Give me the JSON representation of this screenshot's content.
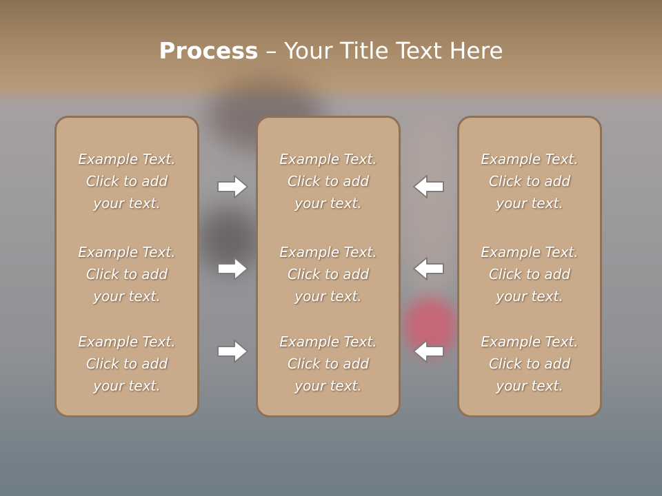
{
  "slide": {
    "title_bold": "Process",
    "title_rest": " – Your Title Text Here"
  },
  "columns": [
    {
      "items": [
        {
          "line1": "Example Text.",
          "line2": "Click  to add",
          "line3": "your text."
        },
        {
          "line1": "Example Text.",
          "line2": "Click  to add",
          "line3": "your text."
        },
        {
          "line1": "Example Text.",
          "line2": "Click  to add",
          "line3": "your text."
        }
      ]
    },
    {
      "items": [
        {
          "line1": "Example Text.",
          "line2": "Click  to add",
          "line3": "your text."
        },
        {
          "line1": "Example Text.",
          "line2": "Click  to add",
          "line3": "your text."
        },
        {
          "line1": "Example Text.",
          "line2": "Click  to add",
          "line3": "your text."
        }
      ]
    },
    {
      "items": [
        {
          "line1": "Example Text.",
          "line2": "Click  to add",
          "line3": "your text."
        },
        {
          "line1": "Example Text.",
          "line2": "Click  to add",
          "line3": "your text."
        },
        {
          "line1": "Example Text.",
          "line2": "Click  to add",
          "line3": "your text."
        }
      ]
    }
  ],
  "arrows": {
    "left_group": [
      "right-arrow-icon",
      "right-arrow-icon",
      "right-arrow-icon"
    ],
    "right_group": [
      "left-arrow-icon",
      "left-arrow-icon",
      "left-arrow-icon"
    ]
  },
  "colors": {
    "box_fill": "#c9aa8a",
    "box_border": "#8b7258",
    "title_bar": "#a78a68",
    "text": "#ffffff"
  }
}
